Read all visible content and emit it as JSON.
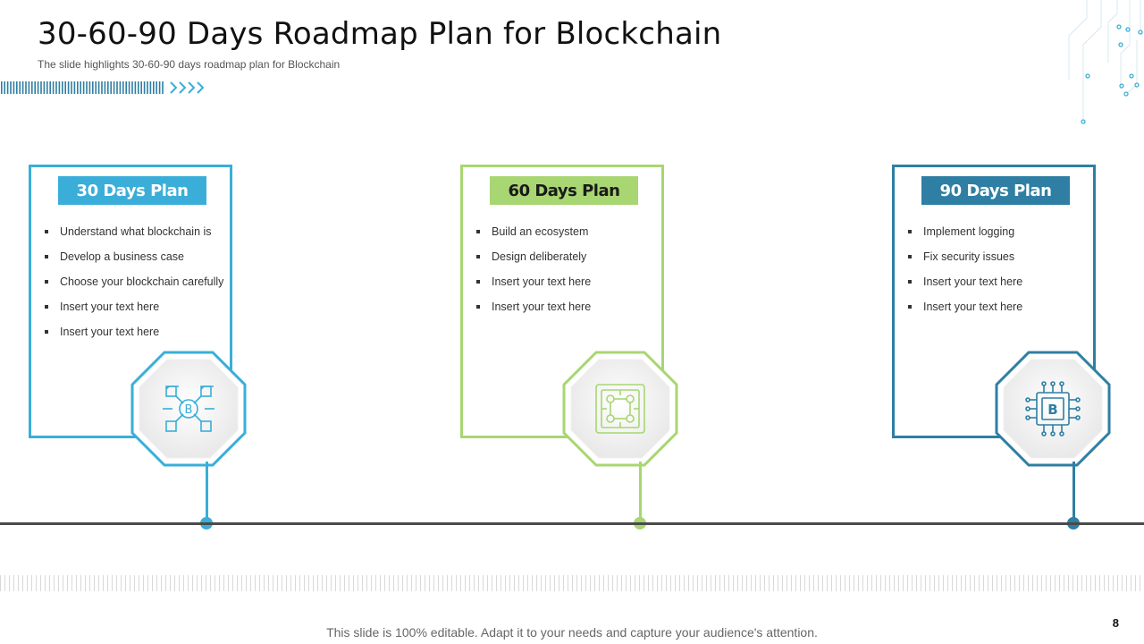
{
  "slide": {
    "title": "30-60-90 Days Roadmap Plan for Blockchain",
    "subtitle": "The slide highlights 30-60-90 days roadmap plan for Blockchain",
    "footer_note": "This slide is 100% editable. Adapt it to your needs and capture your audience's attention.",
    "page_number": "8"
  },
  "plans": [
    {
      "label": "30 Days Plan",
      "color": "#3aaed8",
      "header_text_color": "#ffffff",
      "icon": "blockchain-network-icon",
      "items": [
        "Understand what blockchain is",
        "Develop  a business case",
        "Choose your blockchain carefully",
        "Insert your text here",
        "Insert your text here"
      ]
    },
    {
      "label": "60 Days Plan",
      "color": "#a8d672",
      "header_text_color": "#1a1a1a",
      "icon": "chip-connections-icon",
      "items": [
        "Build an ecosystem",
        "Design deliberately",
        "Insert your text here",
        "Insert your text here"
      ]
    },
    {
      "label": "90 Days Plan",
      "color": "#2e7fa3",
      "header_text_color": "#ffffff",
      "icon": "bitcoin-processor-icon",
      "items": [
        "Implement logging",
        "Fix security issues",
        "Insert your text here",
        "Insert your text here"
      ]
    }
  ]
}
